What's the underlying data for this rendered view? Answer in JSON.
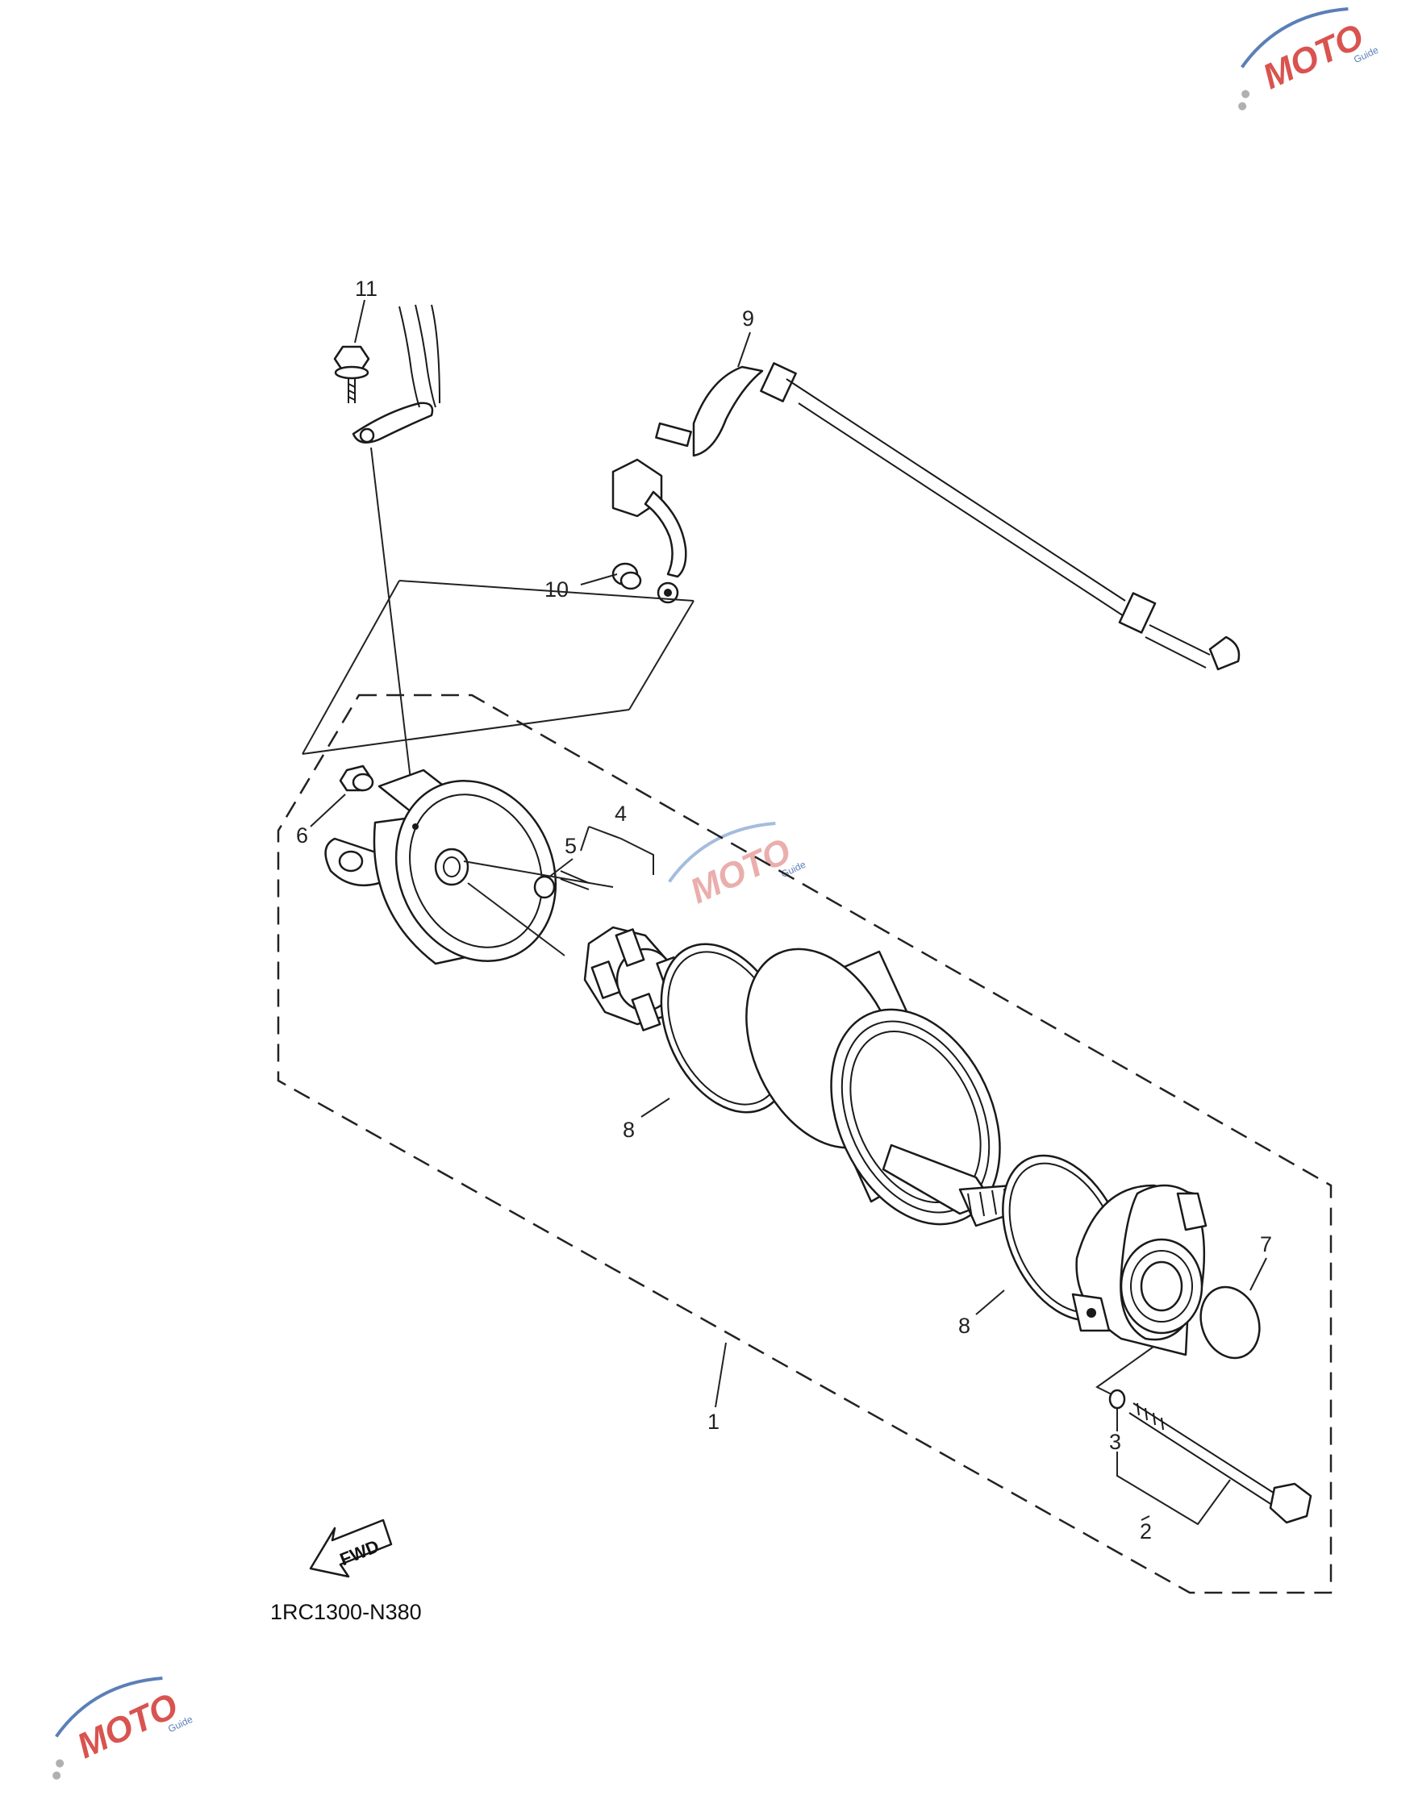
{
  "diagram": {
    "code": "1RC1300-N380",
    "fwd_label": "FWD",
    "watermark": {
      "text": "MOTO",
      "small": "Guide"
    },
    "callouts": [
      {
        "id": "1",
        "name": "callout-1-starting-motor-assy"
      },
      {
        "id": "2",
        "name": "callout-2-bolt-set"
      },
      {
        "id": "3",
        "name": "callout-3-o-ring"
      },
      {
        "id": "4",
        "name": "callout-4-brush-holder-set"
      },
      {
        "id": "5",
        "name": "callout-5-o-ring"
      },
      {
        "id": "6",
        "name": "callout-6-nut"
      },
      {
        "id": "7",
        "name": "callout-7-o-ring"
      },
      {
        "id": "8",
        "name": "callout-8-o-ring-front"
      },
      {
        "id": "8",
        "name": "callout-8-o-ring-rear"
      },
      {
        "id": "9",
        "name": "callout-9-starter-cable"
      },
      {
        "id": "10",
        "name": "callout-10-nut"
      },
      {
        "id": "11",
        "name": "callout-11-bolt"
      }
    ]
  }
}
